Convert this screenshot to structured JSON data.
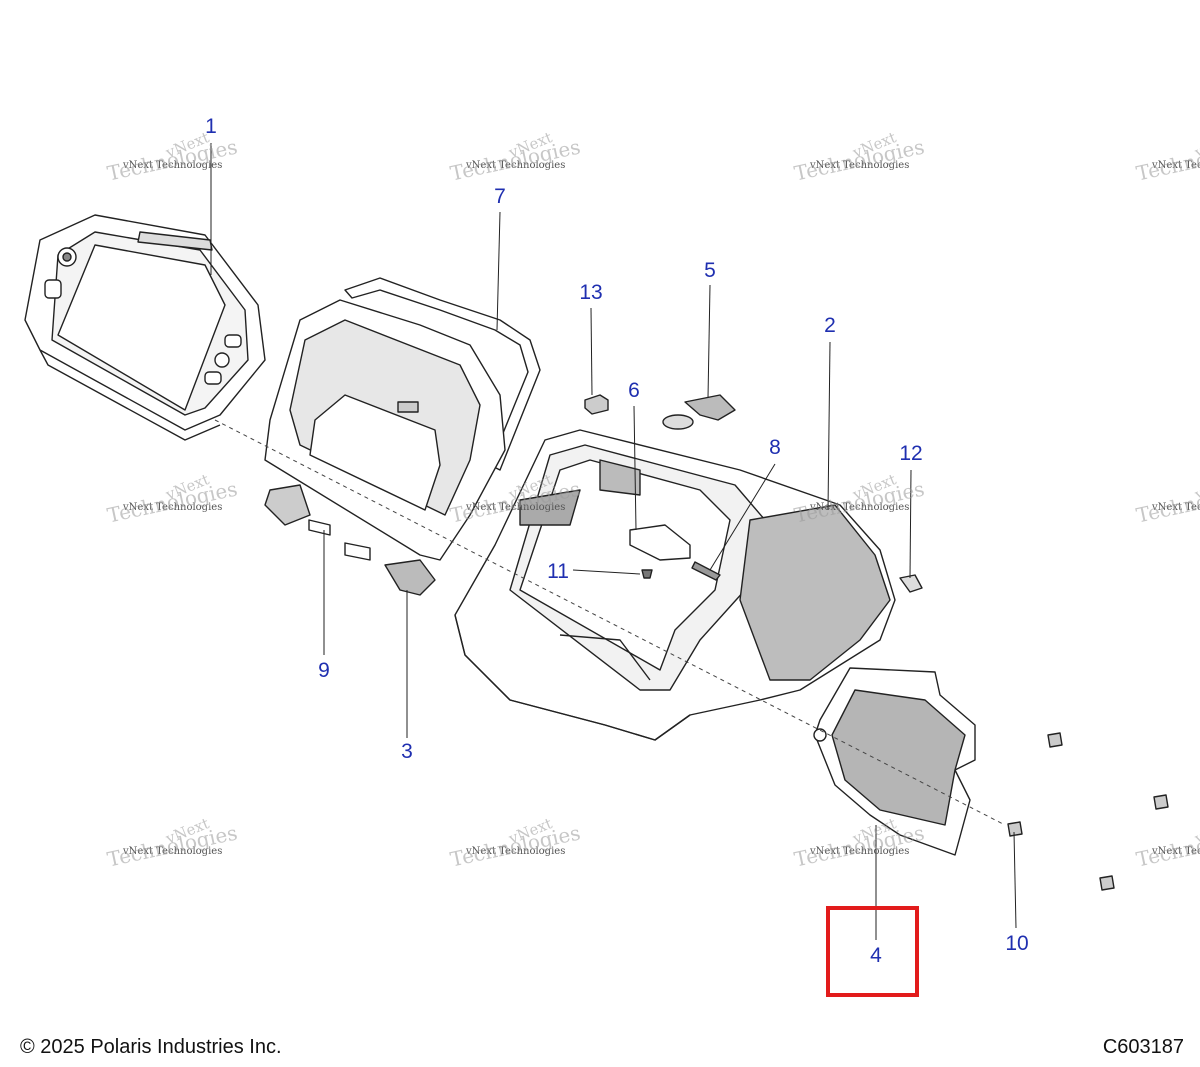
{
  "callouts": [
    {
      "id": "1",
      "label": "1"
    },
    {
      "id": "2",
      "label": "2"
    },
    {
      "id": "3",
      "label": "3"
    },
    {
      "id": "4",
      "label": "4"
    },
    {
      "id": "5",
      "label": "5"
    },
    {
      "id": "6",
      "label": "6"
    },
    {
      "id": "7",
      "label": "7"
    },
    {
      "id": "8",
      "label": "8"
    },
    {
      "id": "9",
      "label": "9"
    },
    {
      "id": "10",
      "label": "10"
    },
    {
      "id": "11",
      "label": "11"
    },
    {
      "id": "12",
      "label": "12"
    },
    {
      "id": "13",
      "label": "13"
    }
  ],
  "watermark": {
    "line_small": "vNext Technologies",
    "line_big": "Technologies",
    "line_tiny": "vNext"
  },
  "footer": {
    "copyright": "© 2025 Polaris Industries Inc.",
    "figure_code": "C603187"
  },
  "highlight": {
    "callout": "4",
    "color": "#e21b1b"
  },
  "colors": {
    "callout_text": "#1f2fb0",
    "line": "#222222",
    "shade": "#b8b8b8"
  }
}
